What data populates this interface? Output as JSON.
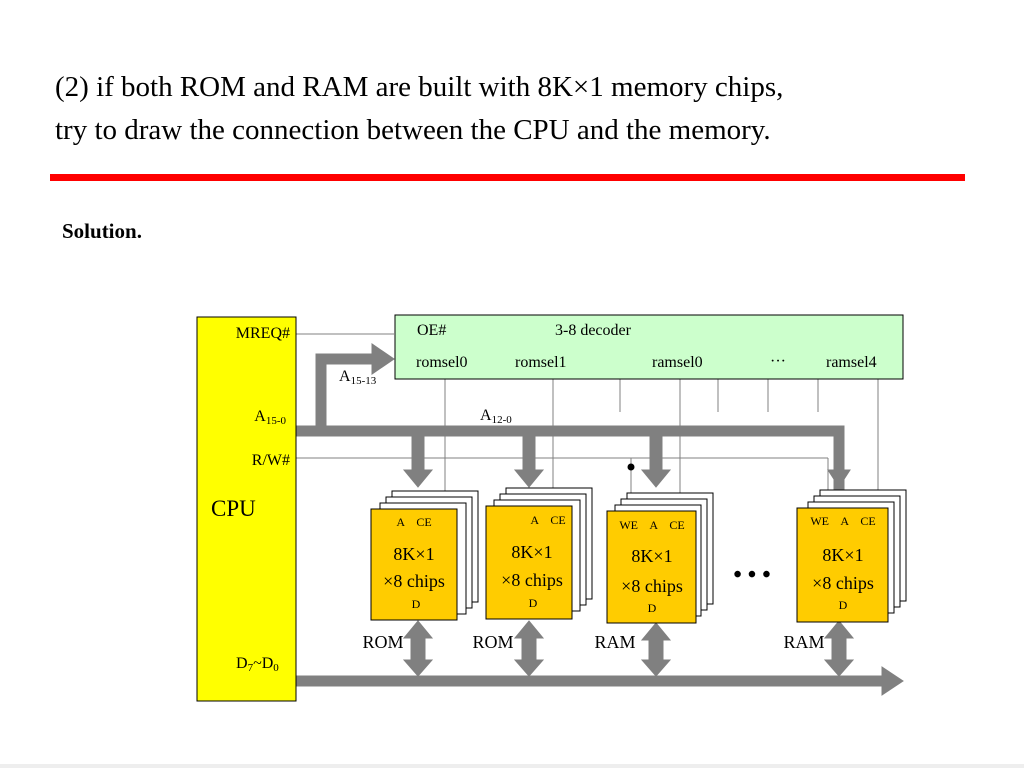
{
  "slide": {
    "title_line1": "(2) if both ROM and RAM are built with 8K×1 memory chips,",
    "title_line2": "try to draw the connection between the CPU and the memory.",
    "solution_label": "Solution."
  },
  "cpu": {
    "label": "CPU",
    "mreq": "MREQ#",
    "addr_main": "A",
    "addr_sub": "15-0",
    "rw": "R/W#",
    "data_main": "D",
    "data_sub1": "7",
    "data_mid": "~D",
    "data_sub2": "0"
  },
  "decoder": {
    "oe": "OE#",
    "title": "3-8 decoder",
    "outputs": [
      "romsel0",
      "romsel1",
      "ramsel0",
      "···",
      "ramsel4"
    ]
  },
  "buses": {
    "a_high_main": "A",
    "a_high_sub": "15-13",
    "a_low_main": "A",
    "a_low_sub": "12-0"
  },
  "chips": [
    {
      "pins_top": "A    CE",
      "line1": "8K×1",
      "line2": "×8 chips",
      "pin_bottom": "D",
      "type_label": "ROM"
    },
    {
      "pins_top": "A    CE",
      "line1": "8K×1",
      "line2": "×8 chips",
      "pin_bottom": "D",
      "type_label": "ROM"
    },
    {
      "pins_top": "WE    A    CE",
      "line1": "8K×1",
      "line2": "×8 chips",
      "pin_bottom": "D",
      "type_label": "RAM"
    },
    {
      "pins_top": "WE    A    CE",
      "line1": "8K×1",
      "line2": "×8 chips",
      "pin_bottom": "D",
      "type_label": "RAM"
    }
  ],
  "ellipsis": "• • •",
  "colors": {
    "cpu_fill": "#ffff00",
    "decoder_fill": "#ccffcc",
    "chip_fill": "#ffcc00",
    "bus_gray": "#808080",
    "rule_red": "#ff0000"
  }
}
